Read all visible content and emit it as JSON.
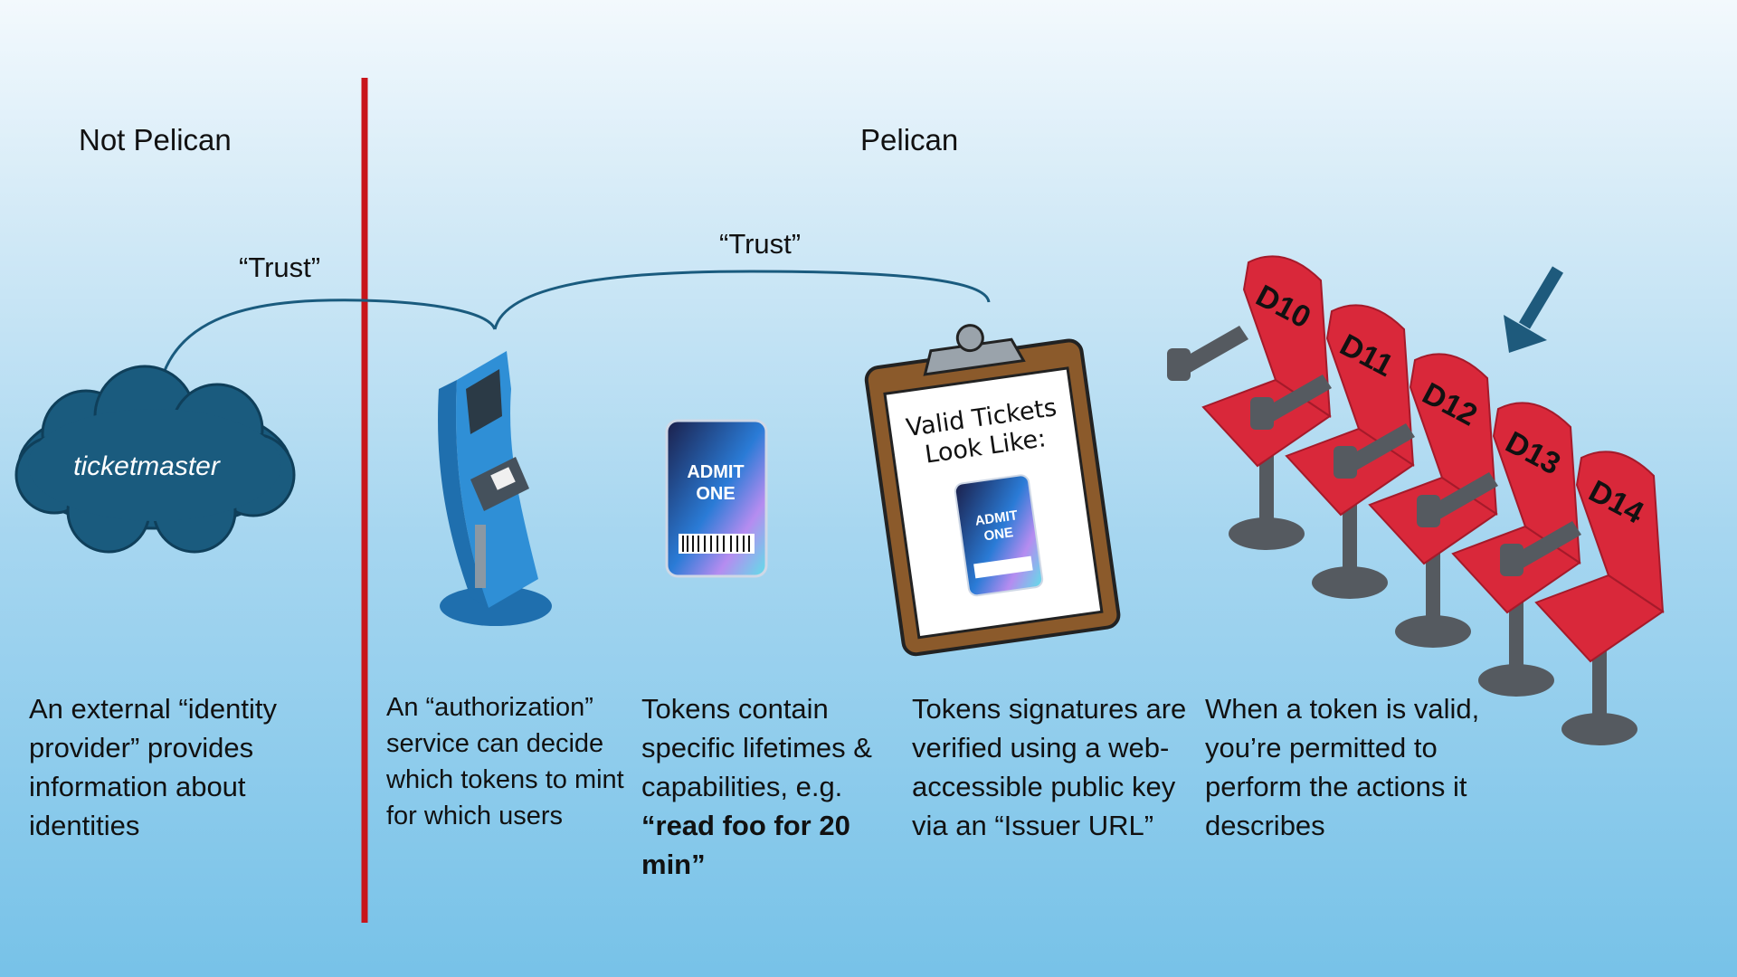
{
  "headers": {
    "left": "Not Pelican",
    "right": "Pelican"
  },
  "trust_labels": {
    "left": "“Trust”",
    "right": "“Trust”"
  },
  "cloud_label": "ticketmaster",
  "ticket": {
    "line1": "ADMIT",
    "line2": "ONE"
  },
  "clipboard": {
    "line1": "Valid Tickets",
    "line2": "Look Like:"
  },
  "seats": [
    "D10",
    "D11",
    "D12",
    "D13",
    "D14"
  ],
  "columns": [
    {
      "text": "An external “identity provider” provides information about identities"
    },
    {
      "text": "An “authorization” service can decide which tokens to mint for which users"
    },
    {
      "text": "Tokens contain specific lifetimes & capabilities, e.g. ",
      "bold": "“read foo for 20 min”"
    },
    {
      "text": "Tokens signatures are verified using a web-accessible public key via an “Issuer URL”"
    },
    {
      "text": "When a token is valid, you’re permitted to perform the actions it describes"
    }
  ],
  "colors": {
    "divider": "#c8151b",
    "cloud": "#1a5b7e",
    "seat": "#d9283a",
    "seat_base": "#555a60",
    "kiosk": "#2f8fd6",
    "clipboard": "#8b5a2b",
    "arrow": "#1e5a7c"
  }
}
